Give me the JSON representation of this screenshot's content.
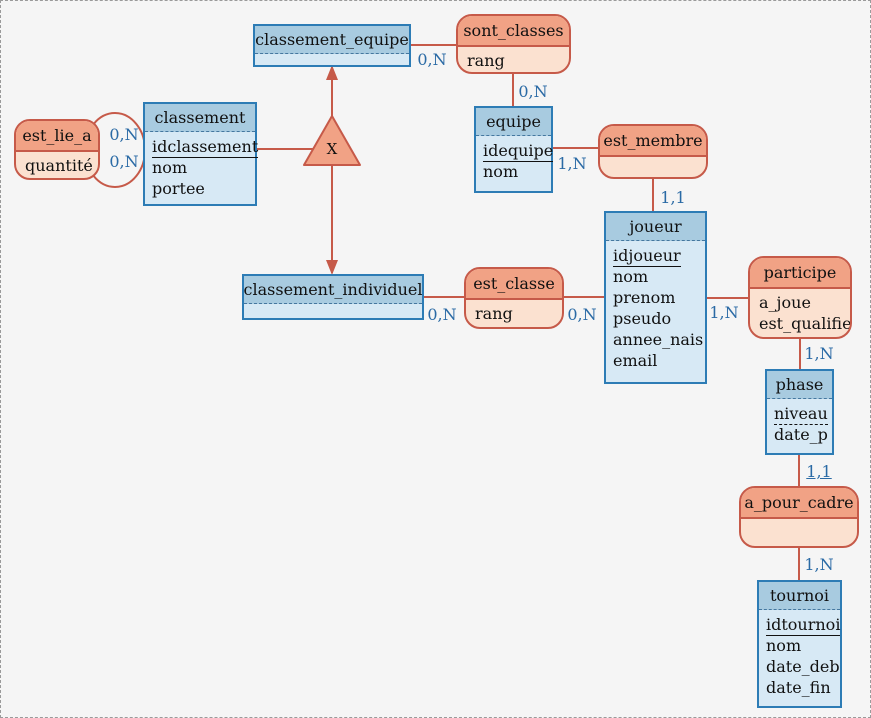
{
  "colors": {
    "background": "#f5f5f5",
    "frame_dashed": "#9a9a9a",
    "entity_border": "#2d7cb5",
    "entity_header_fill": "#a8cbe0",
    "entity_body_fill": "#d7e9f5",
    "relation_border": "#c65a49",
    "relation_header_fill": "#f1a285",
    "relation_body_fill": "#fbe1d0",
    "wire": "#c65a49",
    "cardinality_text": "#2a6aa5",
    "text": "#111111"
  },
  "entities": [
    {
      "name": "classement",
      "attributes": [
        {
          "text": "idclassement",
          "underline": "solid"
        },
        {
          "text": "nom",
          "underline": "none"
        },
        {
          "text": "portee",
          "underline": "none"
        }
      ]
    },
    {
      "name": "classement_equipe",
      "attributes": []
    },
    {
      "name": "classement_individuel",
      "attributes": []
    },
    {
      "name": "equipe",
      "attributes": [
        {
          "text": "idequipe",
          "underline": "solid"
        },
        {
          "text": "nom",
          "underline": "none"
        }
      ]
    },
    {
      "name": "joueur",
      "attributes": [
        {
          "text": "idjoueur",
          "underline": "solid"
        },
        {
          "text": "nom",
          "underline": "none"
        },
        {
          "text": "prenom",
          "underline": "none"
        },
        {
          "text": "pseudo",
          "underline": "none"
        },
        {
          "text": "annee_nais",
          "underline": "none"
        },
        {
          "text": "email",
          "underline": "none"
        }
      ]
    },
    {
      "name": "phase",
      "attributes": [
        {
          "text": "niveau",
          "underline": "dashed"
        },
        {
          "text": "date_p",
          "underline": "none"
        }
      ]
    },
    {
      "name": "tournoi",
      "attributes": [
        {
          "text": "idtournoi",
          "underline": "solid"
        },
        {
          "text": "nom",
          "underline": "none"
        },
        {
          "text": "date_deb",
          "underline": "none"
        },
        {
          "text": "date_fin",
          "underline": "none"
        }
      ]
    }
  ],
  "relations": [
    {
      "name": "est_lie_a",
      "attributes": [
        {
          "text": "quantité"
        }
      ]
    },
    {
      "name": "sont_classes",
      "attributes": [
        {
          "text": "rang"
        }
      ]
    },
    {
      "name": "est_membre",
      "attributes": []
    },
    {
      "name": "est_classe",
      "attributes": [
        {
          "text": "rang"
        }
      ]
    },
    {
      "name": "participe",
      "attributes": [
        {
          "text": "a_joue"
        },
        {
          "text": "est_qualifie"
        }
      ]
    },
    {
      "name": "a_pour_cadre",
      "attributes": []
    }
  ],
  "cardinalities": [
    {
      "text": "0,N",
      "between": "est_lie_a / classement (upper)"
    },
    {
      "text": "0,N",
      "between": "est_lie_a / classement (lower)"
    },
    {
      "text": "0,N",
      "between": "classement_equipe / sont_classes"
    },
    {
      "text": "0,N",
      "between": "sont_classes / equipe"
    },
    {
      "text": "1,N",
      "between": "equipe / est_membre"
    },
    {
      "text": "1,1",
      "between": "est_membre / joueur"
    },
    {
      "text": "0,N",
      "between": "classement_individuel / est_classe"
    },
    {
      "text": "0,N",
      "between": "est_classe / joueur"
    },
    {
      "text": "1,N",
      "between": "joueur / participe"
    },
    {
      "text": "1,N",
      "between": "participe / phase"
    },
    {
      "text": "1,1",
      "between": "phase / a_pour_cadre",
      "underlined": true
    },
    {
      "text": "1,N",
      "between": "a_pour_cadre / tournoi"
    }
  ],
  "inheritance": {
    "symbol": "X"
  }
}
